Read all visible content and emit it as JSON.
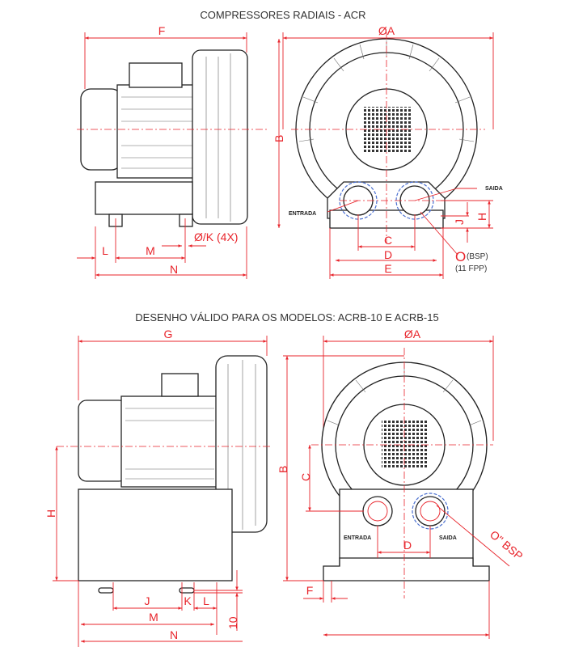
{
  "top": {
    "title": "COMPRESSORES RADIAIS - ACR",
    "side_view": {
      "F": "F",
      "L": "L",
      "M": "M",
      "N": "N",
      "hole": "Ø/K (4X)"
    },
    "front_view": {
      "A": "ØA",
      "B": "B",
      "C": "C",
      "D": "D",
      "E": "E",
      "H": "H",
      "J": "J",
      "outlet": "SAIDA",
      "inlet": "ENTRADA",
      "port": "O",
      "port_type": "(BSP)",
      "thread": "(11 FPP)"
    }
  },
  "bottom": {
    "title": "DESENHO VÁLIDO PARA OS MODELOS: ACRB-10 E ACRB-15",
    "side_view": {
      "G": "G",
      "H": "H",
      "J": "J",
      "K": "K",
      "L": "L",
      "M": "M",
      "N": "N",
      "ten": "10"
    },
    "front_view": {
      "A": "ØA",
      "B": "B",
      "C": "C",
      "D": "D",
      "F": "F",
      "inlet": "ENTRADA",
      "outlet": "SAIDA",
      "port": "O\" BSP"
    }
  },
  "colors": {
    "dimension": "#e8242b",
    "outline": "#222222",
    "hidden": "#4a6fd0"
  }
}
